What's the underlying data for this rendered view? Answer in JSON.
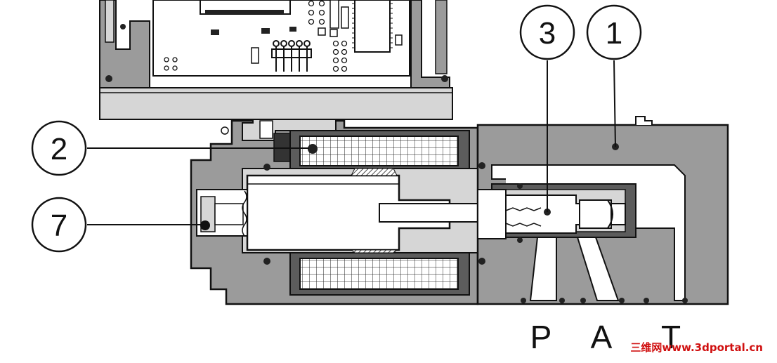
{
  "callouts": [
    {
      "id": "1"
    },
    {
      "id": "2"
    },
    {
      "id": "3"
    },
    {
      "id": "7"
    }
  ],
  "ports": [
    "P",
    "A",
    "T"
  ],
  "watermark": "三维网www.3dportal.cn",
  "colors": {
    "body_gray": "#9b9b9b",
    "light_gray": "#d6d6d6",
    "dark_gray": "#5c5c5c",
    "outline": "#111111",
    "watermark": "#d01010"
  }
}
